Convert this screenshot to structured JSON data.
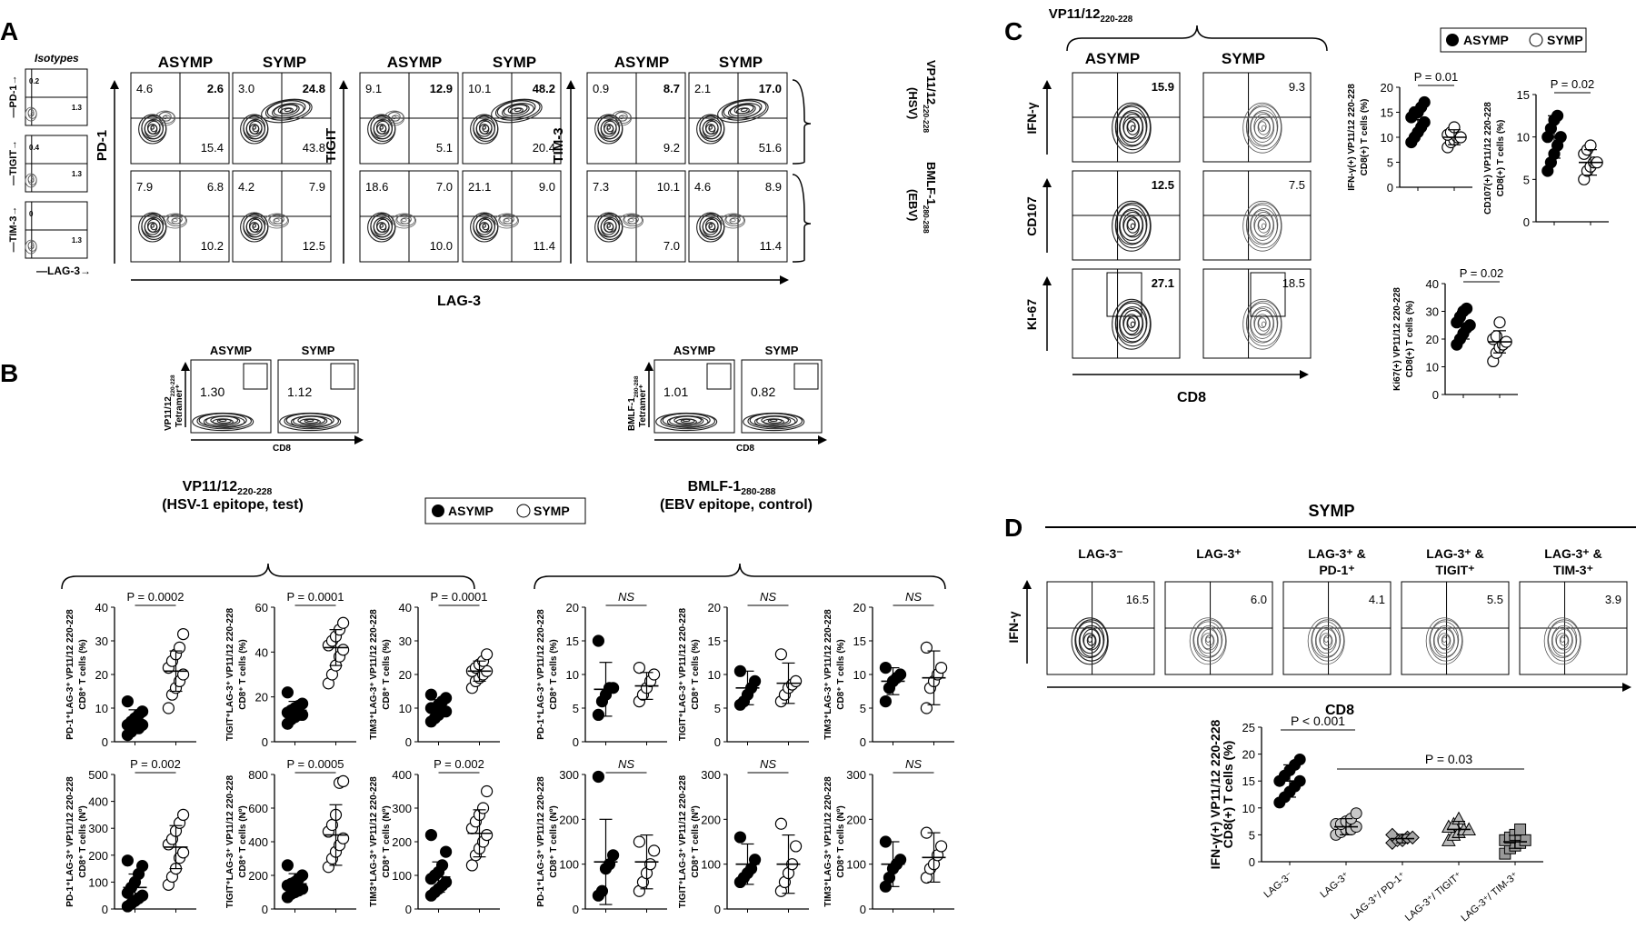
{
  "panel_letters": [
    "A",
    "B",
    "C",
    "D"
  ],
  "groups": {
    "asymp": "ASYMP",
    "symp": "SYMP"
  },
  "legend": {
    "asymp": "ASYMP",
    "symp": "SYMP"
  },
  "panel_a": {
    "isotypes_title": "Isotypes",
    "isotype_rows": [
      {
        "ylabel": "PD-1",
        "ul": "0.2",
        "lr": "1.3"
      },
      {
        "ylabel": "TIGIT",
        "ul": "0.4",
        "lr": "1.3"
      },
      {
        "ylabel": "TIM-3",
        "ul": "0",
        "lr": "1.3"
      }
    ],
    "isotype_xlabel": "LAG-3",
    "xlabel": "LAG-3",
    "markers": [
      "PD-1",
      "TIGIT",
      "TIM-3"
    ],
    "row_labels": [
      {
        "l1": "VP11/12",
        "sub": "220-228",
        "l2": "(HSV)"
      },
      {
        "l1": "BMLF-1",
        "sub": "280-288",
        "l2": "(EBV)"
      }
    ],
    "quadrants": [
      [
        [
          {
            "ul": "4.6",
            "ur": "2.6",
            "lr": "15.4"
          },
          {
            "ul": "3.0",
            "ur": "24.8",
            "lr": "43.8"
          }
        ],
        [
          {
            "ul": "9.1",
            "ur": "12.9",
            "lr": "5.1"
          },
          {
            "ul": "10.1",
            "ur": "48.2",
            "lr": "20.4"
          }
        ],
        [
          {
            "ul": "0.9",
            "ur": "8.7",
            "lr": "9.2"
          },
          {
            "ul": "2.1",
            "ur": "17.0",
            "lr": "51.6"
          }
        ]
      ],
      [
        [
          {
            "ul": "7.9",
            "ur": "6.8",
            "lr": "10.2"
          },
          {
            "ul": "4.2",
            "ur": "7.9",
            "lr": "12.5"
          }
        ],
        [
          {
            "ul": "18.6",
            "ur": "7.0",
            "lr": "10.0"
          },
          {
            "ul": "21.1",
            "ur": "9.0",
            "lr": "11.4"
          }
        ],
        [
          {
            "ul": "7.3",
            "ur": "10.1",
            "lr": "7.0"
          },
          {
            "ul": "4.6",
            "ur": "8.9",
            "lr": "11.4"
          }
        ]
      ]
    ]
  },
  "panel_b": {
    "tetramer_plots": [
      {
        "ylabel1": "VP11/12",
        "ysub": "220-228",
        "ylabel2": "Tetramer⁺",
        "xlabel": "CD8",
        "asymp": "1.30",
        "symp": "1.12"
      },
      {
        "ylabel1": "BMLF-1",
        "ysub": "280-288",
        "ylabel2": "Tetramer⁺",
        "xlabel": "CD8",
        "asymp": "1.01",
        "symp": "0.82"
      }
    ],
    "test_title": {
      "l1": "VP11/12",
      "sub": "220-228",
      "l2": "(HSV-1 epitope, test)"
    },
    "control_title": {
      "l1": "BMLF-1",
      "sub": "280-288",
      "l2": "(EBV epitope, control)"
    }
  },
  "chart_data": [
    {
      "type": "scatter",
      "title": "",
      "ylabel": "PD-1⁺LAG-3⁺ VP11/12 220-228 CD8⁺ T cells (%)",
      "ylim": [
        0,
        40
      ],
      "yticks": [
        0,
        10,
        20,
        30,
        40
      ],
      "categories": [
        "ASYMP",
        "SYMP"
      ],
      "stat": "P = 0.0002",
      "series": [
        {
          "name": "ASYMP",
          "values": [
            2,
            3,
            4,
            4,
            5,
            5,
            6,
            7,
            8,
            9,
            12
          ]
        },
        {
          "name": "SYMP",
          "values": [
            10,
            14,
            16,
            18,
            20,
            22,
            24,
            26,
            28,
            32
          ]
        }
      ],
      "mean_sd": [
        [
          6,
          3.5
        ],
        [
          21,
          6
        ]
      ]
    },
    {
      "type": "scatter",
      "title": "",
      "ylabel": "TIGIT⁺LAG-3⁺ VP11/12 220-228 CD8⁺ T cells (%)",
      "ylim": [
        0,
        60
      ],
      "yticks": [
        0,
        20,
        40,
        60
      ],
      "categories": [
        "ASYMP",
        "SYMP"
      ],
      "stat": "P = 0.0001",
      "series": [
        {
          "name": "ASYMP",
          "values": [
            8,
            10,
            11,
            12,
            12,
            13,
            14,
            15,
            16,
            17,
            22
          ]
        },
        {
          "name": "SYMP",
          "values": [
            26,
            30,
            34,
            38,
            41,
            43,
            45,
            47,
            50,
            53
          ]
        }
      ],
      "mean_sd": [
        [
          14,
          4
        ],
        [
          42,
          8
        ]
      ]
    },
    {
      "type": "scatter",
      "title": "",
      "ylabel": "TIM3⁺LAG-3⁺ VP11/12 220-228 CD8⁺ T cells (%)",
      "ylim": [
        0,
        40
      ],
      "yticks": [
        0,
        10,
        20,
        30,
        40
      ],
      "categories": [
        "ASYMP",
        "SYMP"
      ],
      "stat": "P = 0.0001",
      "series": [
        {
          "name": "ASYMP",
          "values": [
            6,
            7,
            8,
            9,
            9,
            10,
            10,
            11,
            12,
            13,
            14
          ]
        },
        {
          "name": "SYMP",
          "values": [
            16,
            18,
            19,
            20,
            21,
            21,
            22,
            23,
            24,
            26
          ]
        }
      ],
      "mean_sd": [
        [
          10,
          2.5
        ],
        [
          21,
          3
        ]
      ]
    },
    {
      "type": "scatter",
      "title": "",
      "ylabel": "PD-1⁺LAG-3⁺ VP11/12 220-228 CD8⁺ T cells (Nº)",
      "ylim": [
        0,
        500
      ],
      "yticks": [
        0,
        100,
        200,
        300,
        400,
        500
      ],
      "categories": [
        "ASYMP",
        "SYMP"
      ],
      "stat": "P = 0.002",
      "series": [
        {
          "name": "ASYMP",
          "values": [
            10,
            20,
            30,
            40,
            50,
            60,
            80,
            100,
            130,
            160,
            180
          ]
        },
        {
          "name": "SYMP",
          "values": [
            90,
            120,
            150,
            190,
            210,
            240,
            260,
            290,
            320,
            350
          ]
        }
      ],
      "mean_sd": [
        [
          80,
          50
        ],
        [
          230,
          80
        ]
      ]
    },
    {
      "type": "scatter",
      "title": "",
      "ylabel": "TIGIT⁺LAG-3⁺ VP11/12 220-228 CD8⁺ T cells (Nº)",
      "ylim": [
        0,
        800
      ],
      "yticks": [
        0,
        200,
        400,
        600,
        800
      ],
      "categories": [
        "ASYMP",
        "SYMP"
      ],
      "stat": "P = 0.0005",
      "series": [
        {
          "name": "ASYMP",
          "values": [
            70,
            90,
            100,
            110,
            120,
            140,
            150,
            160,
            180,
            200,
            260
          ]
        },
        {
          "name": "SYMP",
          "values": [
            250,
            300,
            340,
            380,
            420,
            460,
            500,
            560,
            750,
            760
          ]
        }
      ],
      "mean_sd": [
        [
          150,
          60
        ],
        [
          440,
          180
        ]
      ]
    },
    {
      "type": "scatter",
      "title": "",
      "ylabel": "TIM3⁺LAG-3⁺ VP11/12 220-228 CD8⁺ T cells (Nº)",
      "ylim": [
        0,
        400
      ],
      "yticks": [
        0,
        100,
        200,
        300,
        400
      ],
      "categories": [
        "ASYMP",
        "SYMP"
      ],
      "stat": "P = 0.002",
      "series": [
        {
          "name": "ASYMP",
          "values": [
            40,
            50,
            60,
            70,
            80,
            90,
            100,
            110,
            130,
            170,
            220
          ]
        },
        {
          "name": "SYMP",
          "values": [
            130,
            160,
            180,
            200,
            220,
            240,
            260,
            280,
            300,
            350
          ]
        }
      ],
      "mean_sd": [
        [
          95,
          45
        ],
        [
          225,
          70
        ]
      ]
    },
    {
      "type": "scatter",
      "title": "",
      "ylabel": "PD-1⁺LAG-3⁺ VP11/12 220-228 CD8⁺ T cells (%)",
      "ylim": [
        0,
        20
      ],
      "yticks": [
        0,
        5,
        10,
        15,
        20
      ],
      "categories": [
        "ASYMP",
        "SYMP"
      ],
      "stat": "NS",
      "series": [
        {
          "name": "ASYMP",
          "values": [
            4,
            6,
            7,
            8,
            8,
            15
          ]
        },
        {
          "name": "SYMP",
          "values": [
            6,
            7,
            8,
            9,
            10,
            11
          ]
        }
      ],
      "mean_sd": [
        [
          7.8,
          4
        ],
        [
          8.3,
          2
        ]
      ]
    },
    {
      "type": "scatter",
      "title": "",
      "ylabel": "TIGIT⁺LAG-3⁺ VP11/12 220-228 CD8⁺ T cells (%)",
      "ylim": [
        0,
        20
      ],
      "yticks": [
        0,
        5,
        10,
        15,
        20
      ],
      "categories": [
        "ASYMP",
        "SYMP"
      ],
      "stat": "NS",
      "series": [
        {
          "name": "ASYMP",
          "values": [
            5.5,
            6,
            7,
            8,
            9,
            10.5
          ]
        },
        {
          "name": "SYMP",
          "values": [
            6,
            7,
            8,
            8.5,
            9,
            13
          ]
        }
      ],
      "mean_sd": [
        [
          8,
          2.5
        ],
        [
          8.7,
          3
        ]
      ]
    },
    {
      "type": "scatter",
      "title": "",
      "ylabel": "TIM3⁺LAG-3⁺ VP11/12 220-228 CD8⁺ T cells (%)",
      "ylim": [
        0,
        20
      ],
      "yticks": [
        0,
        5,
        10,
        15,
        20
      ],
      "categories": [
        "ASYMP",
        "SYMP"
      ],
      "stat": "NS",
      "series": [
        {
          "name": "ASYMP",
          "values": [
            6,
            8,
            9,
            9.5,
            10,
            11
          ]
        },
        {
          "name": "SYMP",
          "values": [
            5,
            8,
            9,
            10,
            11,
            14
          ]
        }
      ],
      "mean_sd": [
        [
          9,
          2
        ],
        [
          9.5,
          4
        ]
      ]
    },
    {
      "type": "scatter",
      "title": "",
      "ylabel": "PD-1⁺LAG-3⁺ VP11/12 220-228 CD8⁺ T cells (Nº)",
      "ylim": [
        0,
        300
      ],
      "yticks": [
        0,
        100,
        200,
        300
      ],
      "categories": [
        "ASYMP",
        "SYMP"
      ],
      "stat": "NS",
      "series": [
        {
          "name": "ASYMP",
          "values": [
            30,
            40,
            90,
            100,
            120,
            295
          ]
        },
        {
          "name": "SYMP",
          "values": [
            40,
            60,
            80,
            100,
            130,
            150
          ]
        }
      ],
      "mean_sd": [
        [
          105,
          95
        ],
        [
          105,
          60
        ]
      ]
    },
    {
      "type": "scatter",
      "title": "",
      "ylabel": "TIGIT⁺LAG-3⁺ VP11/12 220-228 CD8⁺ T cells (Nº)",
      "ylim": [
        0,
        300
      ],
      "yticks": [
        0,
        100,
        200,
        300
      ],
      "categories": [
        "ASYMP",
        "SYMP"
      ],
      "stat": "NS",
      "series": [
        {
          "name": "ASYMP",
          "values": [
            60,
            70,
            80,
            90,
            110,
            160
          ]
        },
        {
          "name": "SYMP",
          "values": [
            40,
            60,
            80,
            100,
            140,
            190
          ]
        }
      ],
      "mean_sd": [
        [
          100,
          45
        ],
        [
          100,
          65
        ]
      ]
    },
    {
      "type": "scatter",
      "title": "",
      "ylabel": "TIM3⁺LAG-3⁺ VP11/12 220-228 CD8⁺ T cells (Nº)",
      "ylim": [
        0,
        300
      ],
      "yticks": [
        0,
        100,
        200,
        300
      ],
      "categories": [
        "ASYMP",
        "SYMP"
      ],
      "stat": "NS",
      "series": [
        {
          "name": "ASYMP",
          "values": [
            50,
            70,
            90,
            100,
            110,
            150
          ]
        },
        {
          "name": "SYMP",
          "values": [
            70,
            90,
            100,
            120,
            140,
            170
          ]
        }
      ],
      "mean_sd": [
        [
          100,
          50
        ],
        [
          115,
          55
        ]
      ]
    },
    {
      "type": "scatter",
      "title": "",
      "ylabel": "IFN-γ(+) VP11/12 220-228 CD8(+) T cells (%)",
      "ylim": [
        0,
        20
      ],
      "yticks": [
        0,
        5,
        10,
        15,
        20
      ],
      "categories": [
        "ASYMP",
        "SYMP"
      ],
      "stat": "P = 0.01",
      "series": [
        {
          "name": "ASYMP",
          "values": [
            9,
            10,
            11,
            12,
            13,
            14,
            15,
            15,
            16,
            17
          ]
        },
        {
          "name": "SYMP",
          "values": [
            8,
            9,
            9.5,
            10,
            10,
            10.5,
            11,
            12
          ]
        }
      ],
      "mean_sd": [
        [
          13.5,
          2.5
        ],
        [
          10,
          1.5
        ]
      ]
    },
    {
      "type": "scatter",
      "title": "",
      "ylabel": "CD107(+) VP11/12 220-228 CD8(+) T cells (%)",
      "ylim": [
        0,
        15
      ],
      "yticks": [
        0,
        5,
        10,
        15
      ],
      "categories": [
        "ASYMP",
        "SYMP"
      ],
      "stat": "P = 0.02",
      "series": [
        {
          "name": "ASYMP",
          "values": [
            6,
            7,
            8,
            9,
            10,
            10,
            11,
            12,
            12.5
          ]
        },
        {
          "name": "SYMP",
          "values": [
            5,
            6,
            6.5,
            7,
            7,
            8,
            8.5,
            9
          ]
        }
      ],
      "mean_sd": [
        [
          10,
          2.5
        ],
        [
          7,
          1.5
        ]
      ]
    },
    {
      "type": "scatter",
      "title": "",
      "ylabel": "Ki67(+) VP11/12 220-228 CD8(+) T cells (%)",
      "ylim": [
        0,
        40
      ],
      "yticks": [
        0,
        10,
        20,
        30,
        40
      ],
      "categories": [
        "ASYMP",
        "SYMP"
      ],
      "stat": "P = 0.02",
      "series": [
        {
          "name": "ASYMP",
          "values": [
            18,
            20,
            22,
            24,
            25,
            26,
            28,
            30,
            31
          ]
        },
        {
          "name": "SYMP",
          "values": [
            12,
            15,
            17,
            18,
            19,
            20,
            21,
            26
          ]
        }
      ],
      "mean_sd": [
        [
          25,
          5
        ],
        [
          19,
          4
        ]
      ]
    },
    {
      "type": "scatter",
      "title": "",
      "ylabel": "IFN-γ(+) VP11/12 220-228 CD8(+) T cells (%)",
      "ylim": [
        0,
        25
      ],
      "yticks": [
        0,
        5,
        10,
        15,
        20,
        25
      ],
      "categories": [
        "LAG-3⁻",
        "LAG-3⁺",
        "LAG-3⁺/ PD-1⁺",
        "LAG-3⁺/ TIGIT⁺",
        "LAG-3⁺/ TIM-3⁺"
      ],
      "stats": [
        "P < 0.001",
        "P = 0.03"
      ],
      "series": [
        {
          "name": "LAG-3⁻",
          "values": [
            11,
            12,
            13,
            14,
            15,
            15,
            16,
            17,
            18,
            19
          ]
        },
        {
          "name": "LAG-3⁺",
          "values": [
            5,
            5.5,
            6,
            6,
            6.5,
            7,
            7,
            7.5,
            8,
            9
          ]
        },
        {
          "name": "LAG-3⁺/ PD-1⁺",
          "values": [
            3.5,
            4,
            4,
            4.5,
            4.5,
            5
          ]
        },
        {
          "name": "LAG-3⁺/ TIGIT⁺",
          "values": [
            4,
            5,
            5.5,
            6,
            6,
            6.5,
            7,
            8
          ]
        },
        {
          "name": "LAG-3⁺/ TIM-3⁺",
          "values": [
            1.5,
            2.5,
            3,
            3.5,
            4,
            4,
            4.5,
            5,
            6
          ]
        }
      ],
      "mean_sd": [
        [
          15,
          3
        ],
        [
          6.5,
          1.5
        ],
        [
          4.3,
          0.8
        ],
        [
          6,
          1.5
        ],
        [
          3.7,
          1.2
        ]
      ]
    }
  ],
  "panel_c": {
    "header": {
      "l1": "VP11/12",
      "sub": "220-228"
    },
    "rows": [
      {
        "ylabel": "IFN-γ",
        "asymp": "15.9",
        "symp": "9.3"
      },
      {
        "ylabel": "CD107",
        "asymp": "12.5",
        "symp": "7.5"
      },
      {
        "ylabel": "KI-67",
        "asymp": "27.1",
        "symp": "18.5"
      }
    ],
    "xlabel": "CD8"
  },
  "panel_d": {
    "title": "SYMP",
    "columns": [
      {
        "l1": "LAG-3⁻",
        "l2": "",
        "value": "16.5"
      },
      {
        "l1": "LAG-3⁺",
        "l2": "",
        "value": "6.0"
      },
      {
        "l1": "LAG-3⁺ &",
        "l2": "PD-1⁺",
        "value": "4.1"
      },
      {
        "l1": "LAG-3⁺ &",
        "l2": "TIGIT⁺",
        "value": "5.5"
      },
      {
        "l1": "LAG-3⁺ &",
        "l2": "TIM-3⁺",
        "value": "3.9"
      }
    ],
    "ylabel": "IFN-γ",
    "xlabel": "CD8"
  }
}
